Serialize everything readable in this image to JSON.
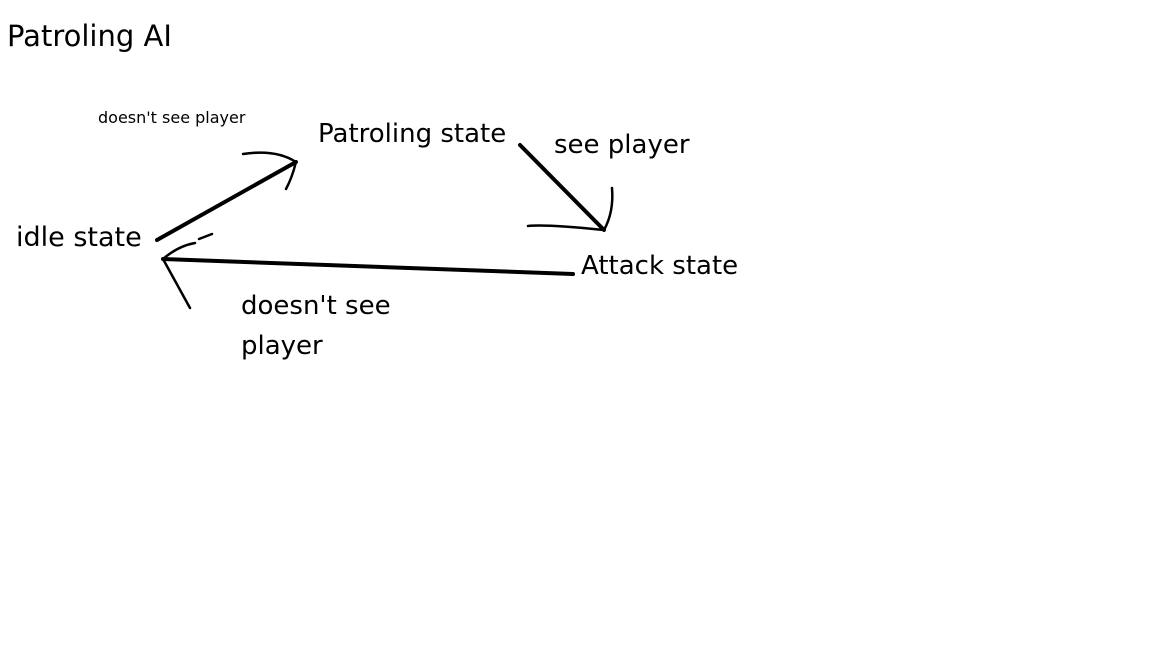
{
  "title": "Patroling AI",
  "states": {
    "idle": "idle state",
    "patroling": "Patroling state",
    "attack": "Attack state"
  },
  "transitions": {
    "idle_to_patroling": "doesn't see player",
    "patroling_to_attack": "see player",
    "attack_to_idle": "doesn't see player"
  },
  "colors": {
    "ink": "#000000",
    "background": "#ffffff"
  }
}
